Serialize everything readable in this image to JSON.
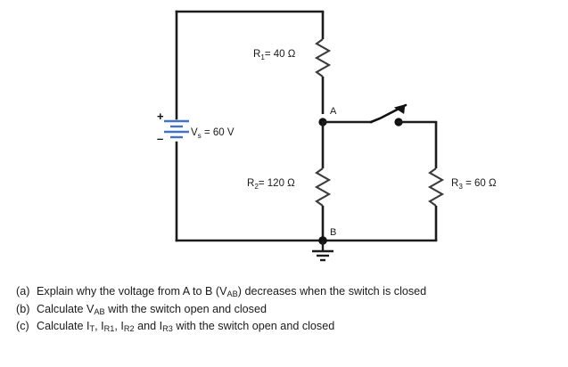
{
  "figure": {
    "type": "circuit-schematic",
    "source": {
      "name": "Vs",
      "label_main": "V",
      "label_sub": "s",
      "label_value": " = 60 V",
      "value": 60,
      "unit": "V",
      "plus_sign": "+",
      "minus_sign": "–",
      "symbol": "battery-icon",
      "color": "#4472c4"
    },
    "resistors": [
      {
        "name": "R1",
        "label_main": "R",
        "label_sub": "1",
        "label_value": "= 40 Ω",
        "value": 40,
        "unit": "Ω",
        "position": "top-middle-branch"
      },
      {
        "name": "R2",
        "label_main": "R",
        "label_sub": "2",
        "label_value": "= 120 Ω",
        "value": 120,
        "unit": "Ω",
        "position": "middle-branch-lower"
      },
      {
        "name": "R3",
        "label_main": "R",
        "label_sub": "3",
        "label_value": " = 60 Ω",
        "value": 60,
        "unit": "Ω",
        "position": "right-branch"
      }
    ],
    "nodes": [
      {
        "name": "node-a",
        "label": "A",
        "state": "junction"
      },
      {
        "name": "node-b",
        "label": "B",
        "state": "junction-grounded"
      }
    ],
    "switch": {
      "name": "switch",
      "state": "open",
      "symbol": "spst-switch-open-icon"
    },
    "ground": {
      "name": "ground",
      "symbol": "ground-icon",
      "attached_to": "B"
    }
  },
  "questions": [
    {
      "tag": "(a)",
      "pre": "Explain why the voltage from A to B (V",
      "sub": "AB",
      "post": ") decreases when the switch is closed"
    },
    {
      "tag": "(b)",
      "pre": "Calculate V",
      "sub": "AB",
      "post": " with the switch open and closed"
    },
    {
      "tag": "(c)",
      "pre": "Calculate I",
      "sub": "T",
      "mid1": ", I",
      "sub2": "R1",
      "mid2": ", I",
      "sub3": "R2",
      "mid3": " and I",
      "sub4": "R3",
      "post": " with the switch open and closed"
    }
  ]
}
